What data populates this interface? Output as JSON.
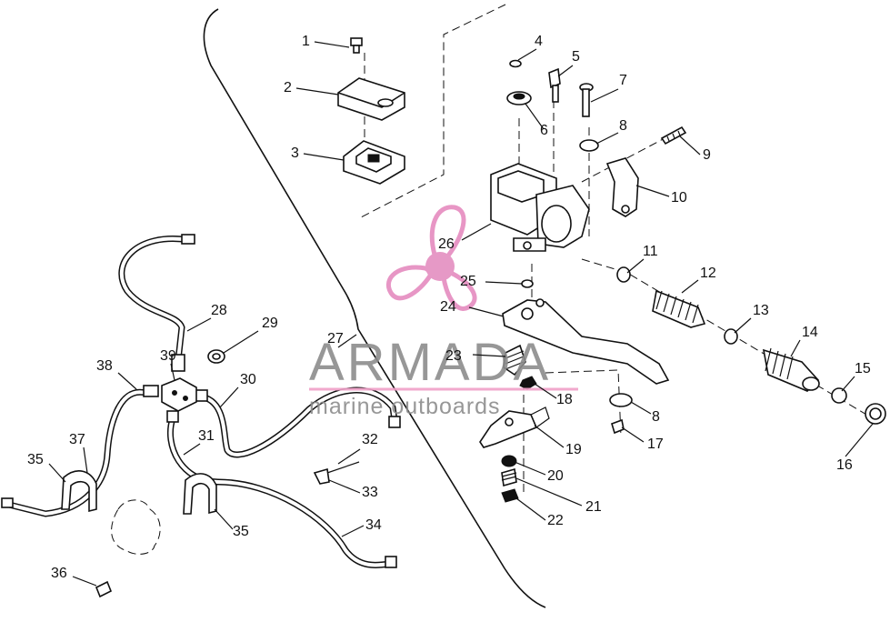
{
  "diagram": {
    "callouts": [
      {
        "num": "1"
      },
      {
        "num": "2"
      },
      {
        "num": "3"
      },
      {
        "num": "4"
      },
      {
        "num": "5"
      },
      {
        "num": "6"
      },
      {
        "num": "7"
      },
      {
        "num": "8"
      },
      {
        "num": "9"
      },
      {
        "num": "10"
      },
      {
        "num": "11"
      },
      {
        "num": "12"
      },
      {
        "num": "13"
      },
      {
        "num": "14"
      },
      {
        "num": "15"
      },
      {
        "num": "16"
      },
      {
        "num": "17"
      },
      {
        "num": "18"
      },
      {
        "num": "19"
      },
      {
        "num": "20"
      },
      {
        "num": "21"
      },
      {
        "num": "22"
      },
      {
        "num": "23"
      },
      {
        "num": "24"
      },
      {
        "num": "25"
      },
      {
        "num": "26"
      },
      {
        "num": "27"
      },
      {
        "num": "28"
      },
      {
        "num": "29"
      },
      {
        "num": "30"
      },
      {
        "num": "31"
      },
      {
        "num": "32"
      },
      {
        "num": "33"
      },
      {
        "num": "34"
      },
      {
        "num": "35"
      },
      {
        "num": "35"
      },
      {
        "num": "36"
      },
      {
        "num": "37"
      },
      {
        "num": "38"
      },
      {
        "num": "39"
      },
      {
        "num": "8"
      }
    ]
  },
  "watermark": {
    "brand": "ARMADA",
    "tagline": "marine outboards",
    "colors": {
      "text": "#8c8c8c",
      "accent": "#e58bbf",
      "dot": "#e48fc0",
      "rule": "#f0a0c8"
    },
    "icon": "propeller-icon"
  }
}
